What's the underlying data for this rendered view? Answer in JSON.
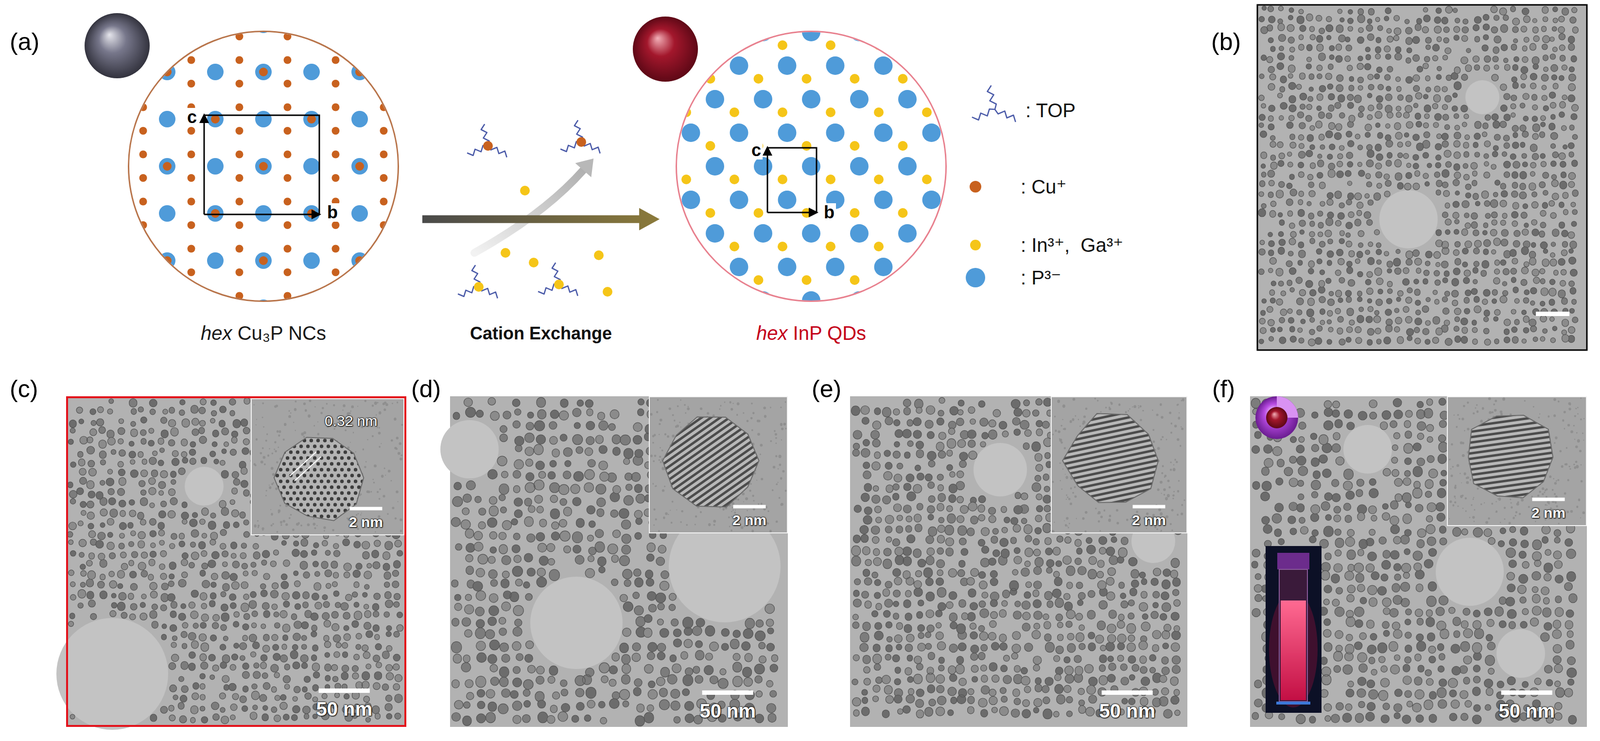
{
  "diagram": {
    "nodes": [
      {
        "text": [
          "hex Cu₃P NCs"
        ]
      },
      {
        "text": [
          "hex InP QDs"
        ]
      },
      {
        "text": [
          "50 nm"
        ]
      },
      {
        "text": [
          "0.32 nm",
          "2 nm"
        ],
        "in": 2
      },
      {
        "text": [
          "50 nm"
        ]
      },
      {
        "text": [
          "2 nm"
        ],
        "in": 4
      },
      {
        "text": [
          "50 nm"
        ]
      },
      {
        "text": [
          "2 nm"
        ],
        "in": 6
      },
      {
        "text": [
          "50 nm"
        ]
      },
      {
        "text": [
          "2 nm"
        ],
        "in": 8
      }
    ],
    "edges": [
      {
        "from": 0,
        "to": 1,
        "arrow": "to",
        "label": "Cation Exchange"
      }
    ],
    "labels": [
      "(a)",
      "c",
      "b",
      "c",
      "b",
      "(b)",
      "(c)",
      "(d)",
      "(e)",
      "(f)"
    ],
    "legend": [
      {
        "text": ": TOP"
      },
      {
        "text": ": Cu⁺",
        "color": "#c8611e"
      },
      {
        "text": ": In³⁺,  Ga³⁺",
        "color": "#f5c518"
      },
      {
        "text": ": P³⁻",
        "color": "#4f9bd9"
      }
    ]
  }
}
